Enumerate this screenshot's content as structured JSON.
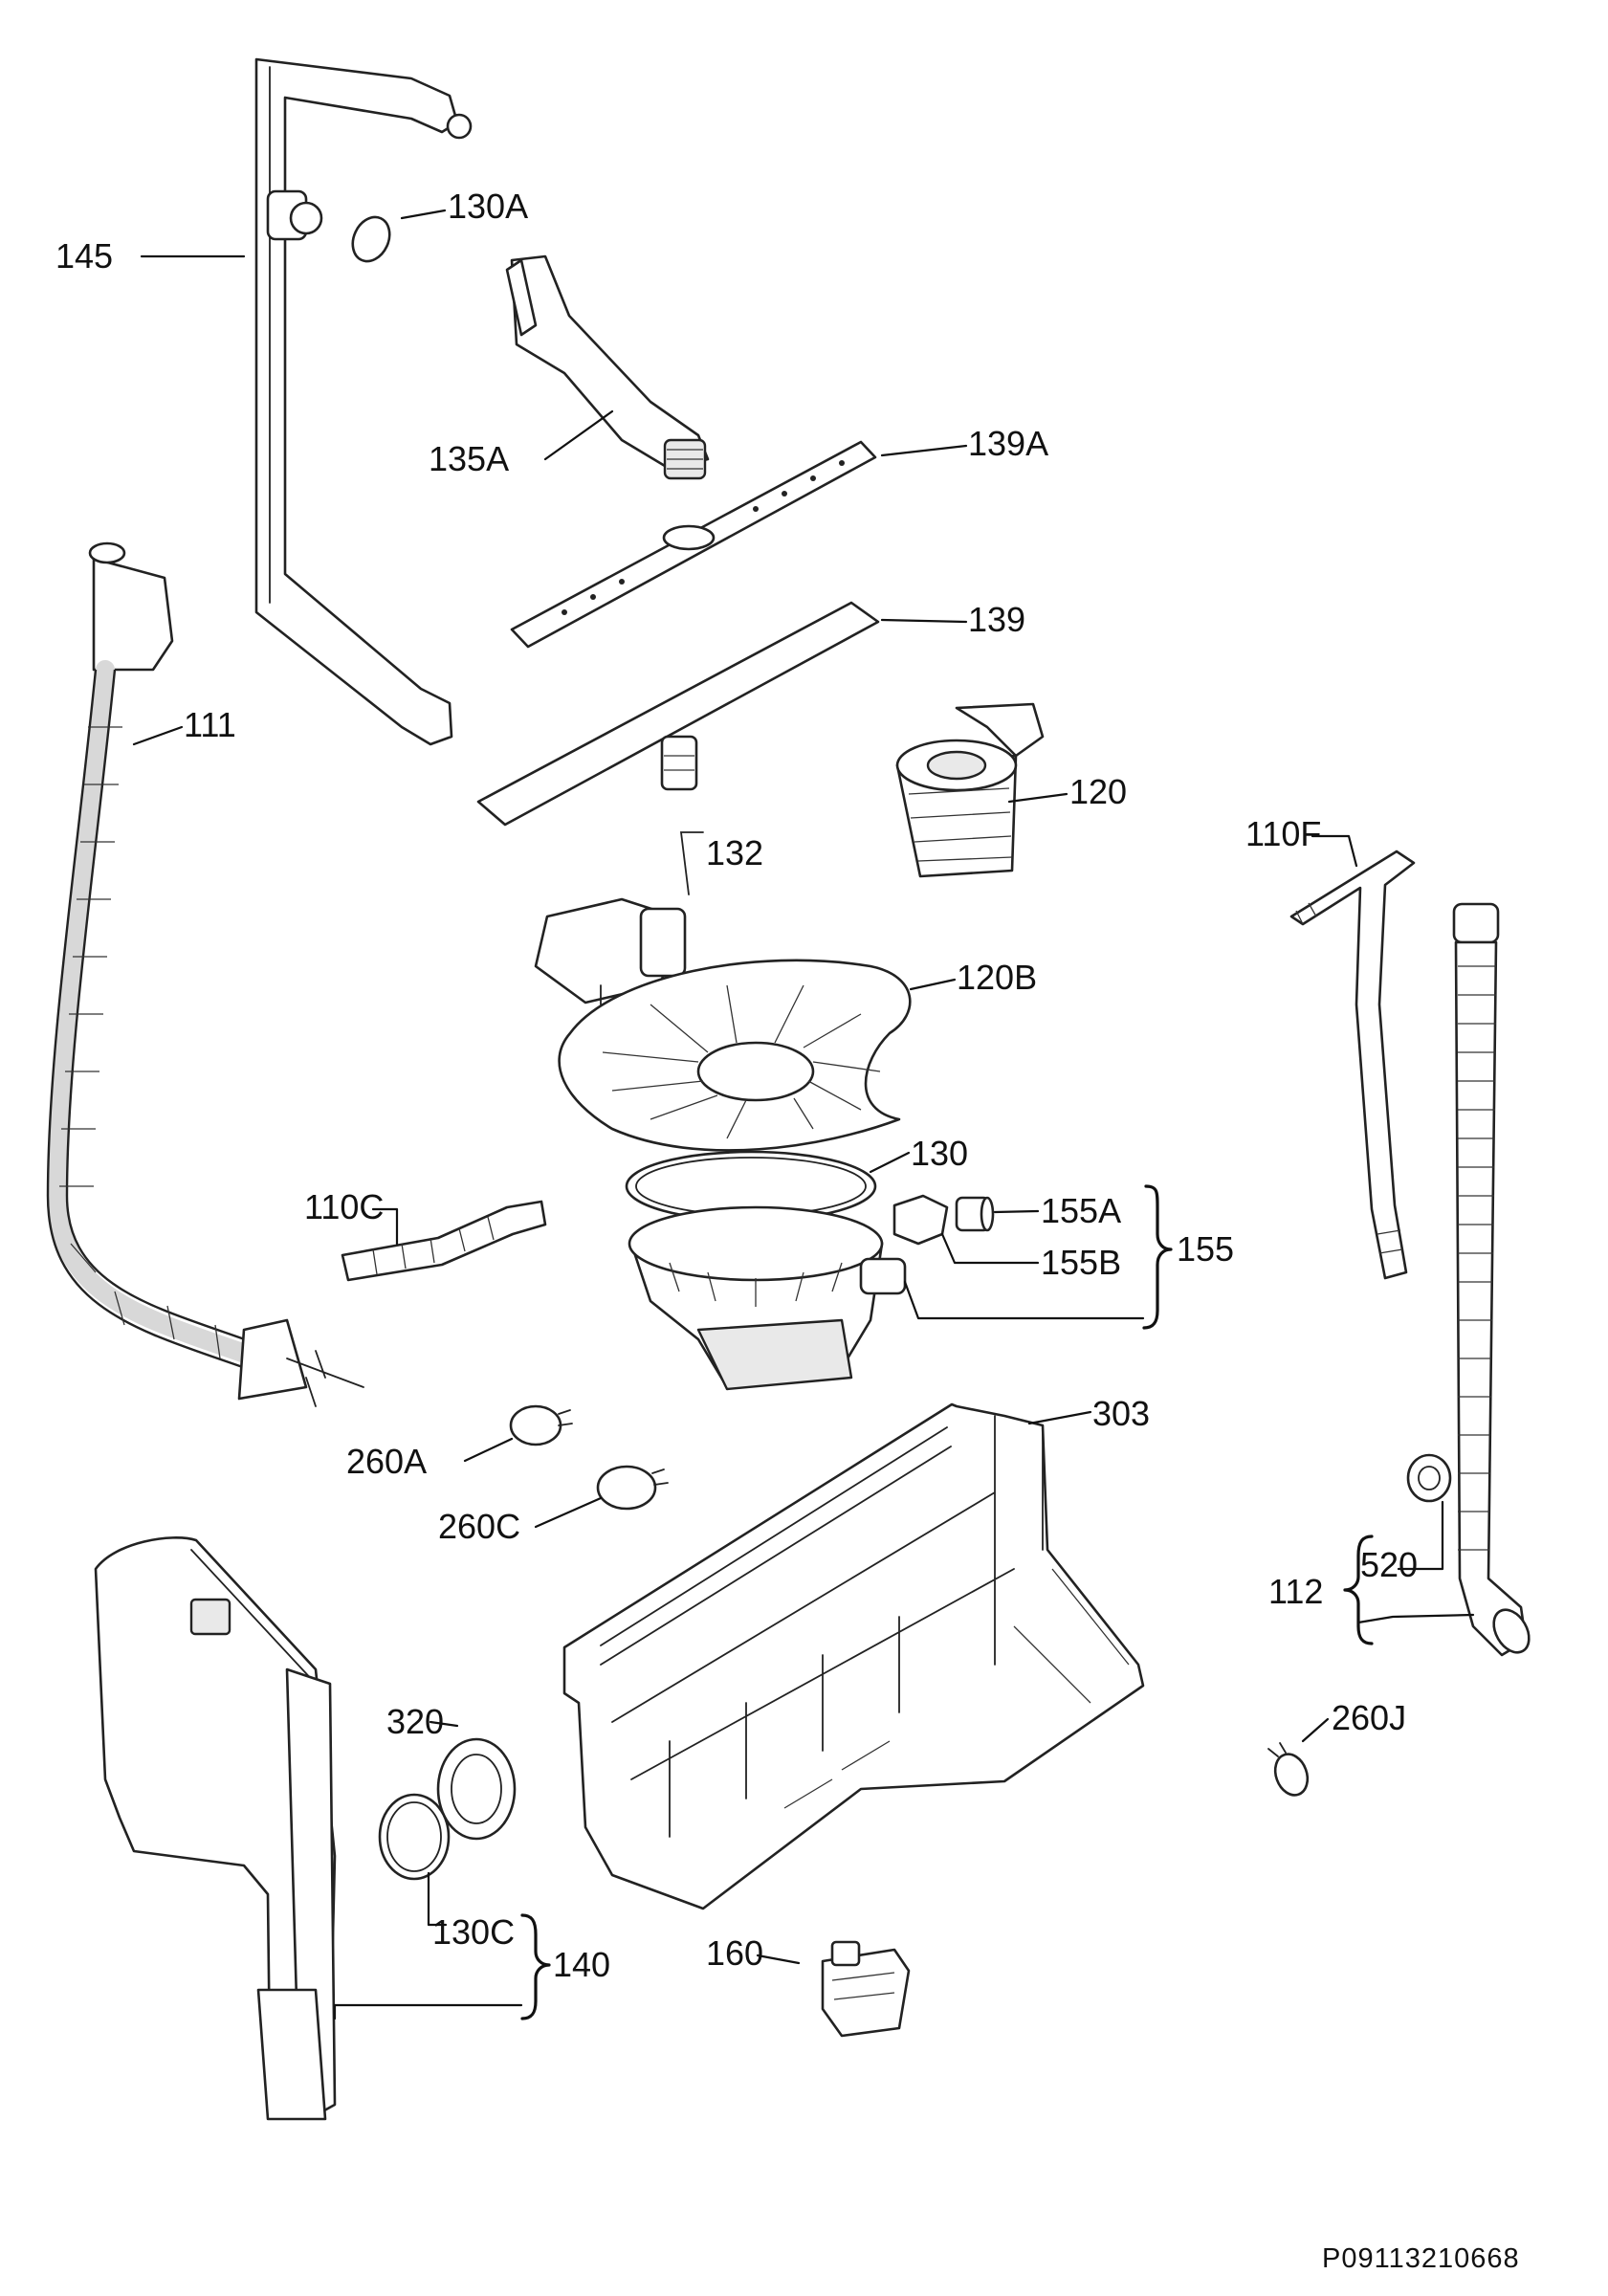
{
  "callouts": {
    "c145": "145",
    "c130a": "130A",
    "c135a": "135A",
    "c139a": "139A",
    "c139": "139",
    "c111": "111",
    "c120": "120",
    "c132": "132",
    "c110f": "110F",
    "c120b": "120B",
    "c130": "130",
    "c110c": "110C",
    "c155a": "155A",
    "c155b": "155B",
    "c155": "155",
    "c303": "303",
    "c260a": "260A",
    "c260c": "260C",
    "c520": "520",
    "c112": "112",
    "c320": "320",
    "c260j": "260J",
    "c130c": "130C",
    "c140": "140",
    "c160": "160"
  },
  "drawing_code": "P09113210668"
}
